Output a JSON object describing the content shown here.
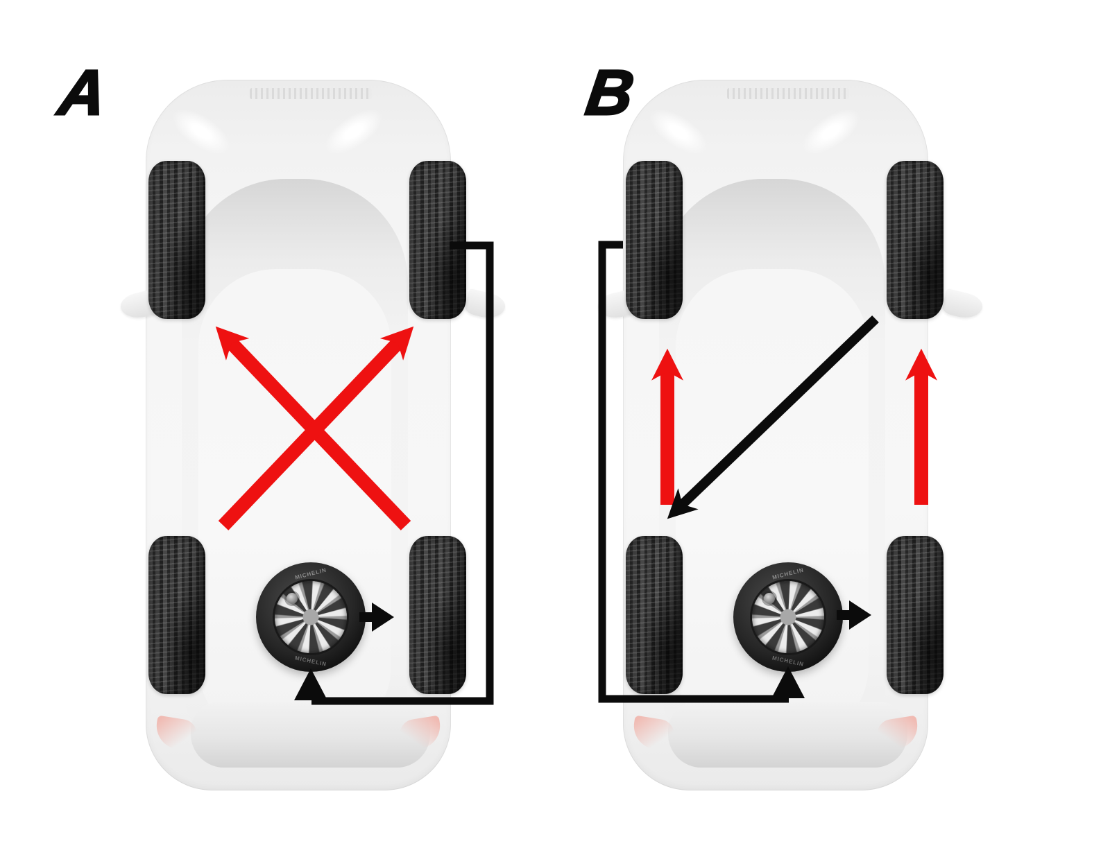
{
  "page": {
    "type": "tire-rotation-diagram",
    "background": "#ffffff"
  },
  "colors": {
    "arrow_red": "#ee1111",
    "arrow_black": "#0b0b0b",
    "car_body": "#f4f4f4",
    "taillight_pink": "#f0bab2"
  },
  "panels": [
    {
      "label": "A",
      "pattern": "cross-rotation-with-spare",
      "tire_brand_text": "MICHELIN",
      "arrows": [
        {
          "name": "cross-arrow-to-front-left",
          "color": "#ee1111",
          "from": "rear-right",
          "to": "front-left"
        },
        {
          "name": "cross-arrow-to-front-right",
          "color": "#ee1111",
          "from": "rear-left",
          "to": "front-right"
        },
        {
          "name": "spare-in-route",
          "color": "#0b0b0b",
          "from": "front-right",
          "to": "spare"
        },
        {
          "name": "spare-out-arrow",
          "color": "#0b0b0b",
          "from": "spare",
          "to": "rear-right"
        }
      ]
    },
    {
      "label": "B",
      "pattern": "straight-rotation-with-spare",
      "tire_brand_text": "MICHELIN",
      "arrows": [
        {
          "name": "side-arrow-left",
          "color": "#ee1111",
          "from": "rear-left",
          "to": "front-left"
        },
        {
          "name": "side-arrow-right",
          "color": "#ee1111",
          "from": "rear-right",
          "to": "front-right"
        },
        {
          "name": "diagonal-arrow",
          "color": "#0b0b0b",
          "from": "front-right",
          "to": "rear-left"
        },
        {
          "name": "spare-in-route",
          "color": "#0b0b0b",
          "from": "front-left",
          "to": "spare"
        },
        {
          "name": "spare-out-arrow",
          "color": "#0b0b0b",
          "from": "spare",
          "to": "rear-right"
        }
      ]
    }
  ]
}
